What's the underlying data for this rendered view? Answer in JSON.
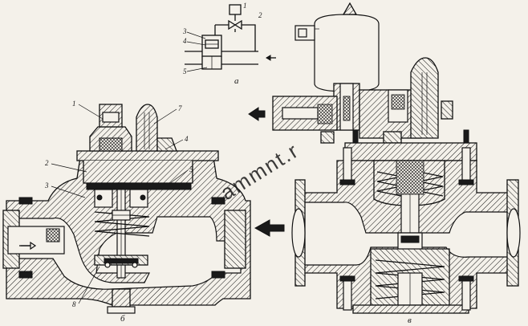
{
  "diagram": {
    "caption_a": "а",
    "caption_b": "б",
    "caption_v": "в",
    "watermark": "ammnt.r",
    "schematic_labels": [
      "1",
      "2",
      "3",
      "4",
      "5"
    ],
    "valve_b_labels": [
      "1",
      "7",
      "2",
      "4",
      "5",
      "3",
      "8"
    ],
    "colors": {
      "ink": "#111111",
      "paper": "#f4f1ea"
    }
  }
}
